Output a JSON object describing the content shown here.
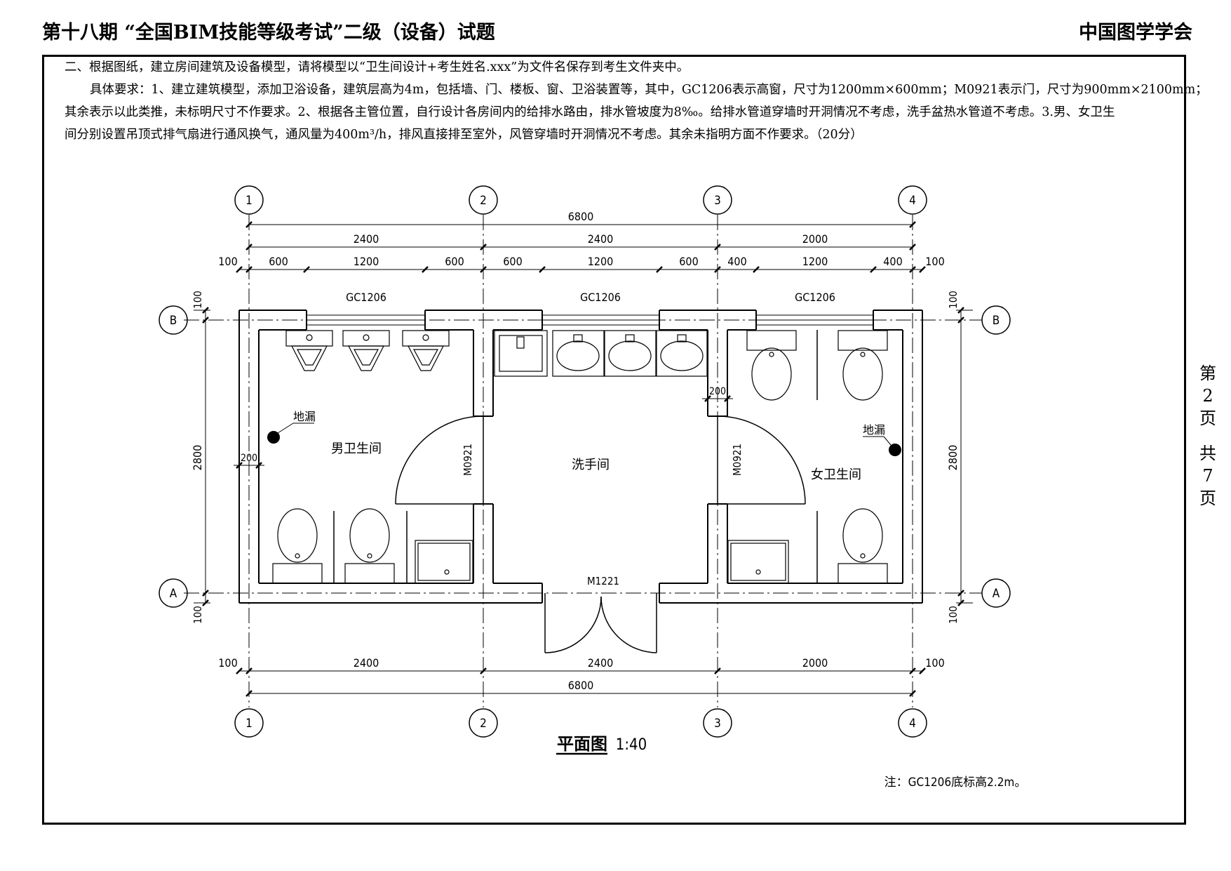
{
  "header": {
    "title": "第十八期 “全国BIM技能等级考试”二级（设备）试题",
    "org": "中国图学学会"
  },
  "requirements": {
    "line1": "二、根据图纸，建立房间建筑及设备模型，请将模型以“卫生间设计+考生姓名.xxx”为文件名保存到考生文件夹中。",
    "line2": "具体要求：1、建立建筑模型，添加卫浴设备，建筑层高为4m，包括墙、门、楼板、窗、卫浴装置等，其中，GC1206表示高窗，尺寸为1200mm×600mm；M0921表示门，尺寸为900mm×2100mm；",
    "line3": "其余表示以此类推，未标明尺寸不作要求。2、根据各主管位置，自行设计各房间内的给排水路由，排水管坡度为8‰。给排水管道穿墙时开洞情况不考虑，洗手盆热水管道不考虑。3.男、女卫生",
    "line4": "间分别设置吊顶式排气扇进行通风换气，通风量为400m³/h，排风直接排至室外，风管穿墙时开洞情况不考虑。其余未指明方面不作要求。（20分）"
  },
  "page_info": {
    "line1": "第",
    "line2": "2",
    "line3": "页",
    "line4": "共",
    "line5": "7",
    "line6": "页"
  },
  "drawing": {
    "axes_x": [
      "1",
      "2",
      "3",
      "4"
    ],
    "axes_y": [
      "B",
      "A"
    ],
    "dim_total": "6800",
    "dim_bays": [
      "2400",
      "2400",
      "2000"
    ],
    "dim_detail": [
      "100",
      "600",
      "1200",
      "600",
      "600",
      "1200",
      "600",
      "400",
      "1200",
      "400",
      "100"
    ],
    "dim_bottom_bays": [
      "100",
      "2400",
      "2400",
      "2000",
      "100"
    ],
    "dim_vertical": [
      "100",
      "2800",
      "100"
    ],
    "windows": [
      "GC1206",
      "GC1206",
      "GC1206"
    ],
    "doors": [
      "M0921",
      "M0921",
      "M1221"
    ],
    "rooms": {
      "men": "男卫生间",
      "wash": "洗手间",
      "women": "女卫生间"
    },
    "floor_drain": "地漏",
    "wall_dim": "200",
    "plan_title": "平面图",
    "plan_scale": "1:40",
    "note": "注：GC1206底标高2.2m。"
  },
  "colors": {
    "line": "#000000",
    "background": "#ffffff"
  }
}
